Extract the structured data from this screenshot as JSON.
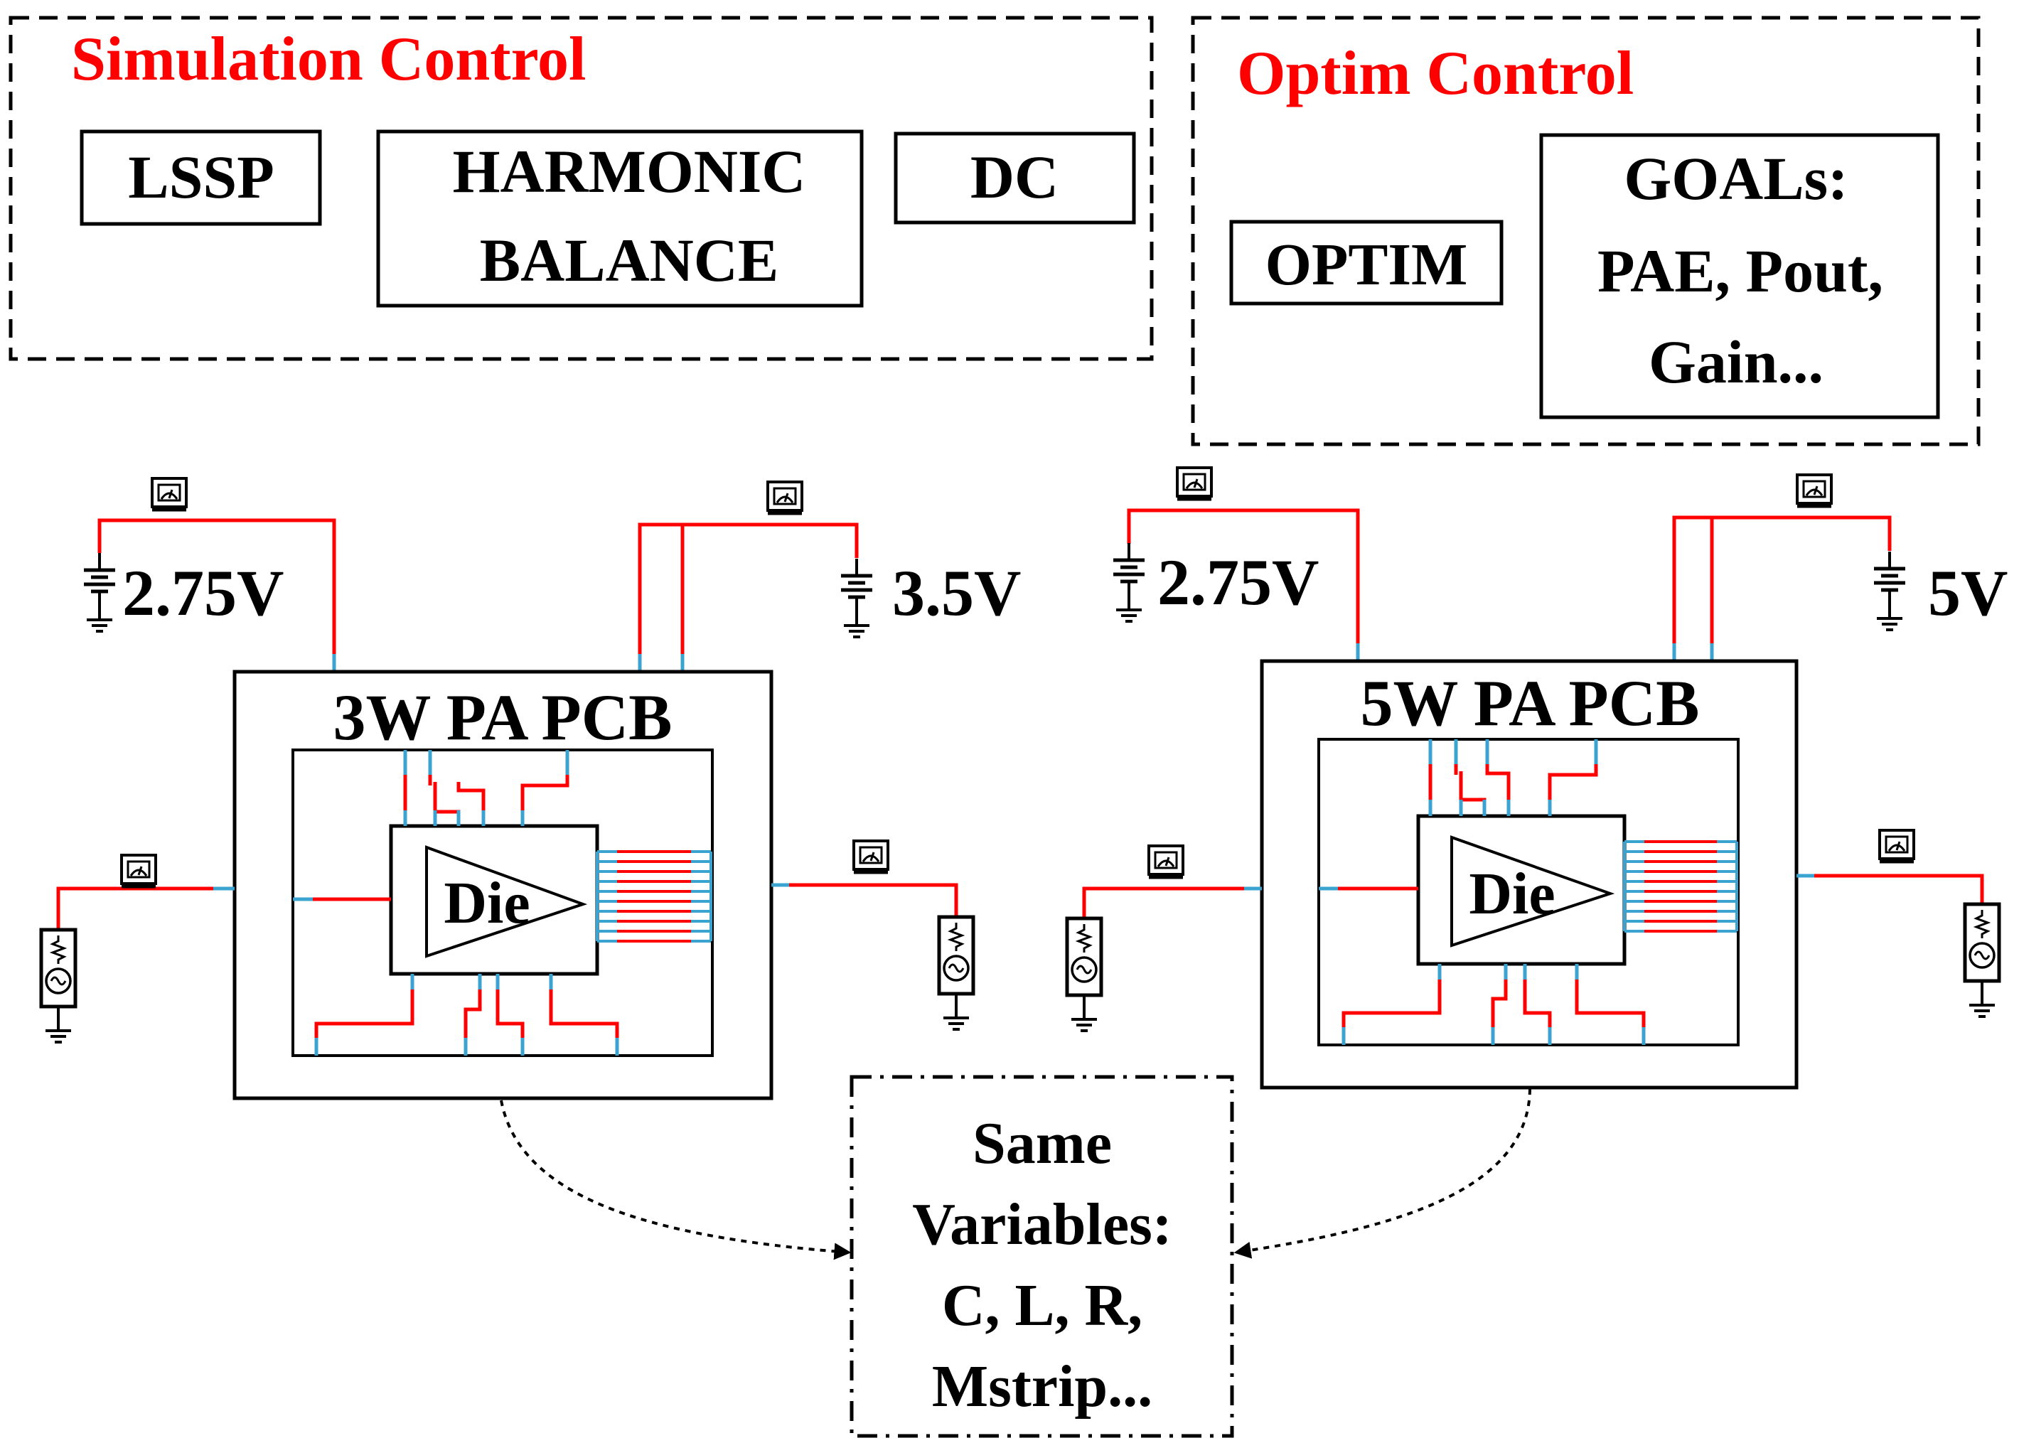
{
  "colors": {
    "title_red": "#ff0000",
    "trace_red": "#ff0000",
    "pin_blue": "#3ba3d0",
    "ink": "#000000"
  },
  "simulation_control": {
    "title": "Simulation Control",
    "blocks": {
      "lssp": "LSSP",
      "hb_line1": "HARMONIC",
      "hb_line2": "BALANCE",
      "dc": "DC"
    }
  },
  "optim_control": {
    "title": "Optim Control",
    "optim": "OPTIM",
    "goals_line1": "GOALs:",
    "goals_line2": "PAE, Pout,",
    "goals_line3": "Gain..."
  },
  "pa_3w": {
    "title": "3W PA PCB",
    "die": "Die",
    "gate_voltage": "2.75V",
    "drain_voltage": "3.5V"
  },
  "pa_5w": {
    "title": "5W PA PCB",
    "die": "Die",
    "gate_voltage": "2.75V",
    "drain_voltage": "5V"
  },
  "shared_variables": {
    "line1": "Same",
    "line2": "Variables:",
    "line3": "C, L, R,",
    "line4": "Mstrip..."
  },
  "icons": [
    "meter-icon",
    "battery-icon",
    "ground-icon",
    "ac-source-icon",
    "amplifier-triangle-icon"
  ]
}
